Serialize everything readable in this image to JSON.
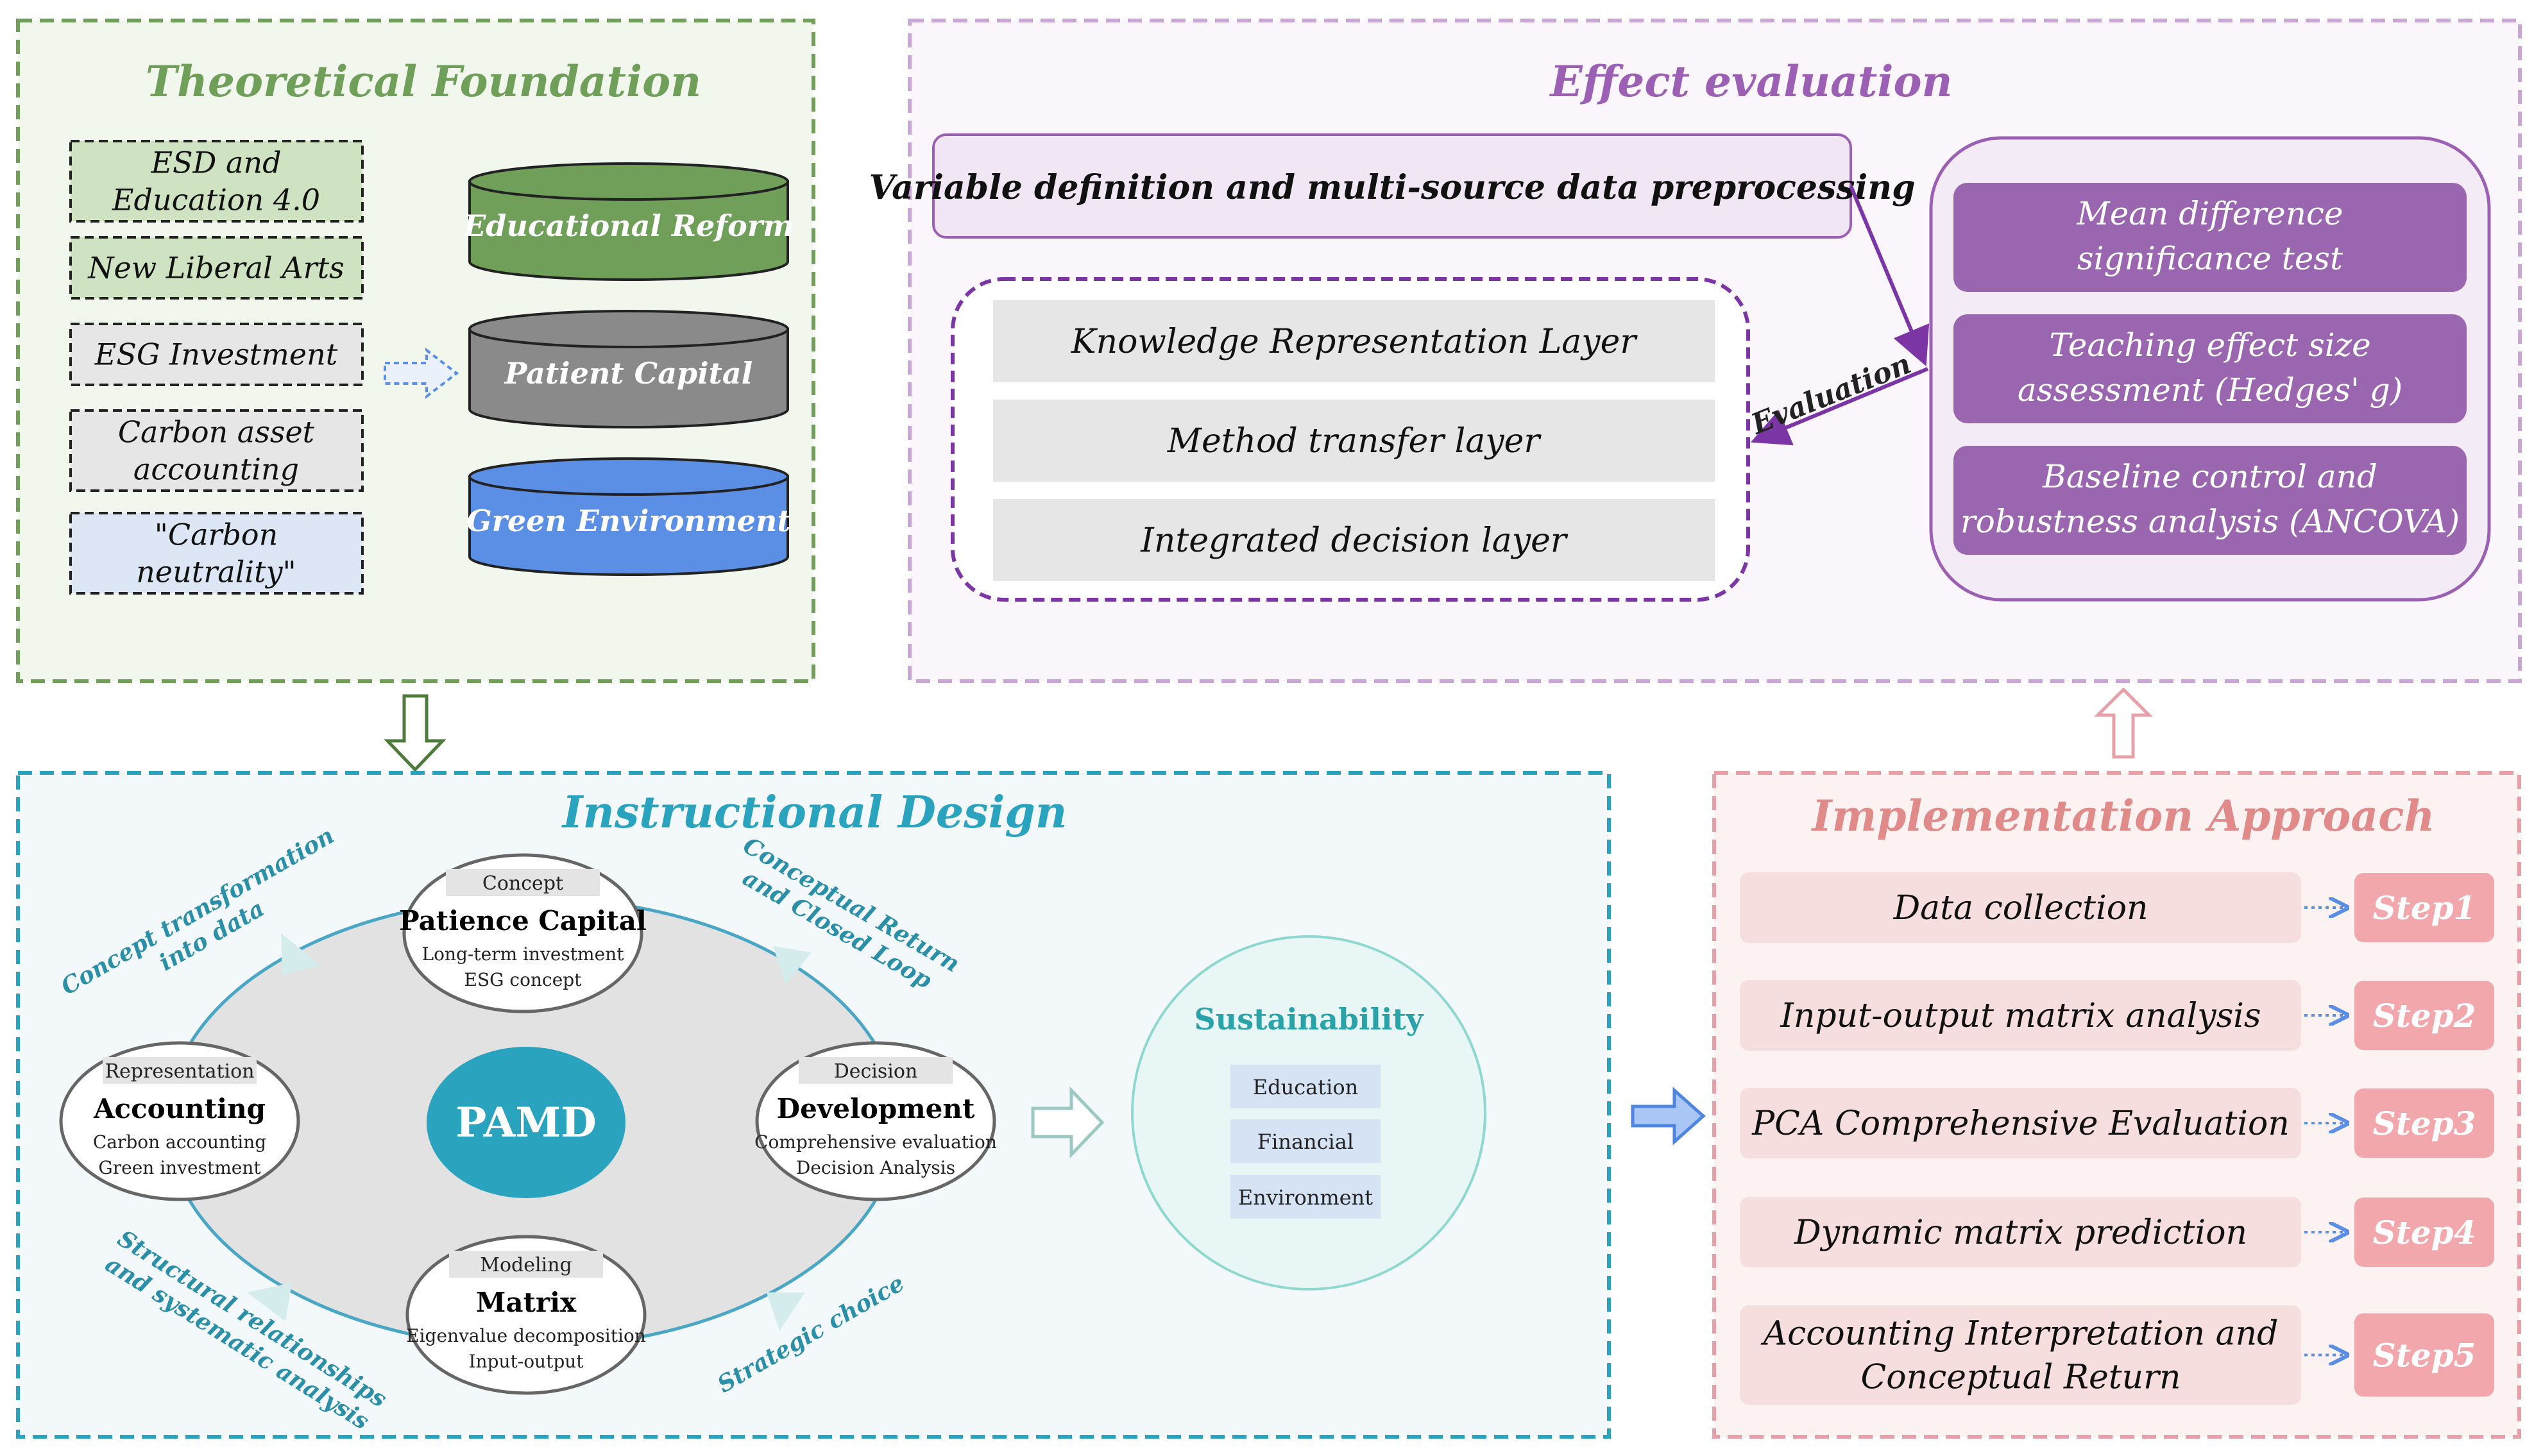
{
  "theory": {
    "title": "Theoretical Foundation",
    "concepts": [
      {
        "lines": [
          "ESD and",
          "Education 4.0"
        ],
        "fill": "#cfe3c3"
      },
      {
        "lines": [
          "New Liberal Arts"
        ],
        "fill": "#cfe3c3"
      },
      {
        "lines": [
          "ESG Investment"
        ],
        "fill": "#e6e6e6"
      },
      {
        "lines": [
          "Carbon asset",
          "accounting"
        ],
        "fill": "#e6e6e6"
      },
      {
        "lines": [
          "\"Carbon",
          "neutrality\""
        ],
        "fill": "#dce6f5"
      }
    ],
    "pillars": [
      {
        "label": "Educational Reform",
        "color": "#6f9f59"
      },
      {
        "label": "Patient Capital",
        "color": "#8a8a8a"
      },
      {
        "label": "Green Environment",
        "color": "#5b8fe6"
      }
    ]
  },
  "evaluation": {
    "title": "Effect evaluation",
    "preprocessing": "Variable definition and multi-source data preprocessing",
    "layers": [
      "Knowledge Representation Layer",
      "Method transfer layer",
      "Integrated decision layer"
    ],
    "edge_label": "Evaluation",
    "tests": [
      {
        "lines": [
          "Mean difference",
          "significance test"
        ]
      },
      {
        "lines": [
          "Teaching effect size",
          "assessment (Hedges' g)"
        ]
      },
      {
        "lines": [
          "Baseline control and",
          "robustness analysis (ANCOVA)"
        ]
      }
    ]
  },
  "design": {
    "title": "Instructional Design",
    "center": "PAMD",
    "nodes": [
      {
        "tag": "Concept",
        "name": "Patience Capital",
        "subs": [
          "Long-term investment",
          "ESG concept"
        ]
      },
      {
        "tag": "Representation",
        "name": "Accounting",
        "subs": [
          "Carbon accounting",
          "Green investment"
        ]
      },
      {
        "tag": "Decision",
        "name": "Development",
        "subs": [
          "Comprehensive evaluation",
          "Decision Analysis"
        ]
      },
      {
        "tag": "Modeling",
        "name": "Matrix",
        "subs": [
          "Eigenvalue decomposition",
          "Input-output"
        ]
      }
    ],
    "cycle_labels": [
      {
        "lines": [
          "Concept transformation",
          "into data"
        ]
      },
      {
        "lines": [
          "Conceptual Return",
          "and Closed Loop"
        ]
      },
      {
        "lines": [
          "Structural relationships",
          "and systematic analysis"
        ]
      },
      {
        "lines": [
          "Strategic choice"
        ]
      }
    ],
    "sustainability": {
      "title": "Sustainability",
      "items": [
        "Education",
        "Financial",
        "Environment"
      ]
    }
  },
  "implementation": {
    "title": "Implementation Approach",
    "steps": [
      {
        "lines": [
          "Data collection"
        ],
        "step": "Step1"
      },
      {
        "lines": [
          "Input-output matrix analysis"
        ],
        "step": "Step2"
      },
      {
        "lines": [
          "PCA Comprehensive Evaluation"
        ],
        "step": "Step3"
      },
      {
        "lines": [
          "Dynamic matrix prediction"
        ],
        "step": "Step4"
      },
      {
        "lines": [
          "Accounting Interpretation and",
          "Conceptual Return"
        ],
        "step": "Step5"
      }
    ]
  },
  "colors": {
    "theory": "#6f9f59",
    "evaluation": "#9b5fb3",
    "design": "#2aa3bf",
    "implementation": "#e08a8a"
  }
}
